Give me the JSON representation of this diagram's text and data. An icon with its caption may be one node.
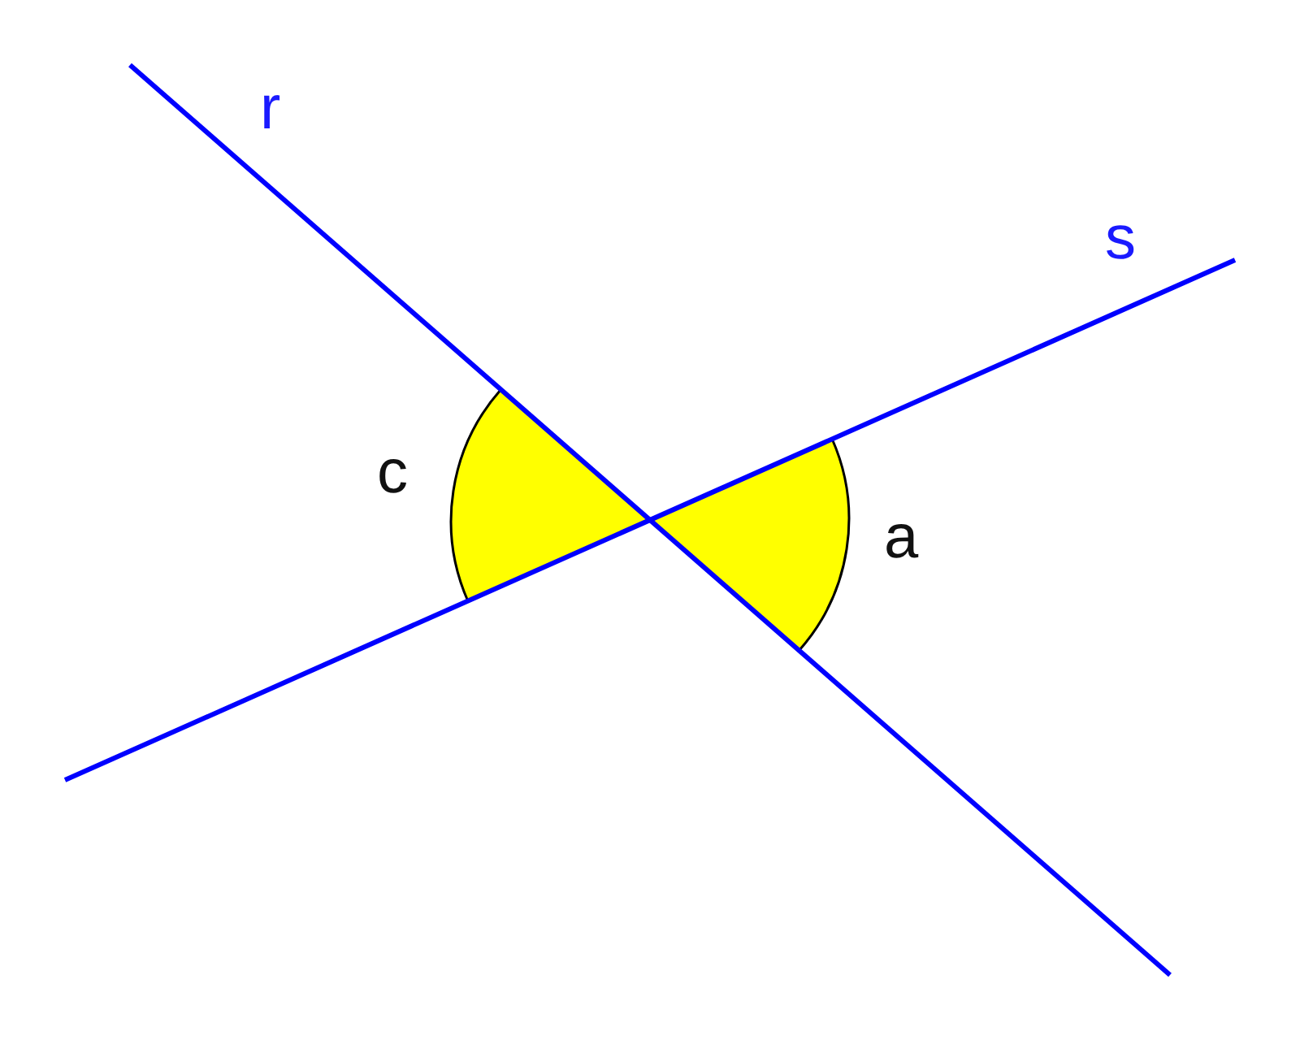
{
  "diagram": {
    "labels": [
      "r",
      "s",
      "c",
      "a"
    ]
  }
}
